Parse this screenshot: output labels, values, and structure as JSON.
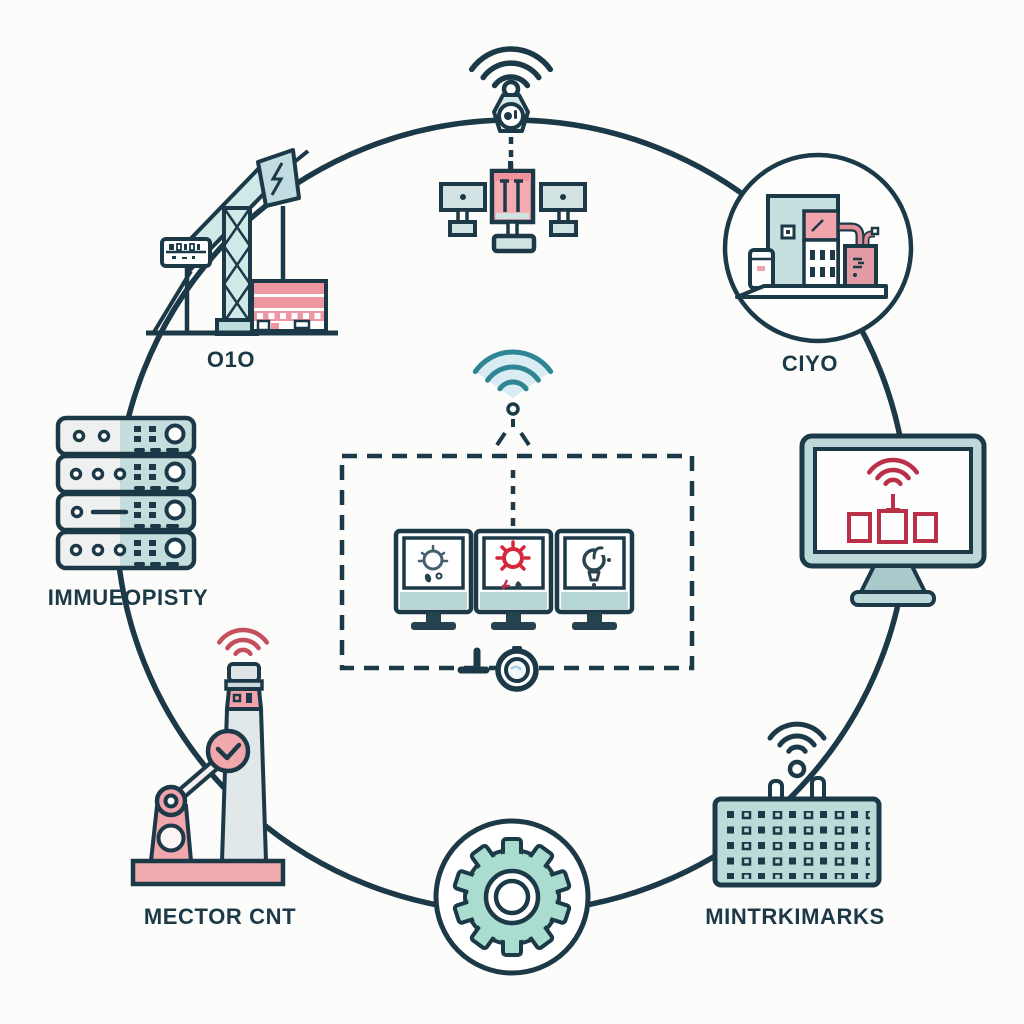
{
  "diagram": {
    "background": "#fcfcfa",
    "labels": {
      "crane": "O1O",
      "factory": "CIYO",
      "servers": "IMMUEOPISTY",
      "robot": "MECTOR CNT",
      "board": "MINTRKIMARKS"
    },
    "colors": {
      "outline_navy": "#1c3948",
      "teal_light": "#c6dfdf",
      "teal_board": "#badbd8",
      "gray_light": "#eef1f0",
      "pink": "#f2a7ad",
      "pink_band": "#ee96a1",
      "pink_tank": "#e29aa4",
      "red_wifi": "#b93048",
      "red_alert": "#d5293b",
      "mint_gear": "#abdcd0",
      "wifi_teal_stroke": "#2e8593",
      "wifi_blue_fill": "#d9ebf3"
    },
    "icons": [
      "wifi-signal-icon",
      "sensor-node-icon",
      "solar-panel-icon",
      "control-unit-icon",
      "construction-crane-icon",
      "counter-display-icon",
      "building-icon",
      "factory-icon",
      "pipe-icon",
      "server-rack-icon",
      "monitor-dashboard-icon",
      "robotic-arm-icon",
      "checkmark-icon",
      "gear-icon",
      "circuit-board-router-icon",
      "antenna-icon",
      "status-sun-icon",
      "alert-sun-icon",
      "bulb-icon",
      "valve-wheel-icon"
    ]
  }
}
